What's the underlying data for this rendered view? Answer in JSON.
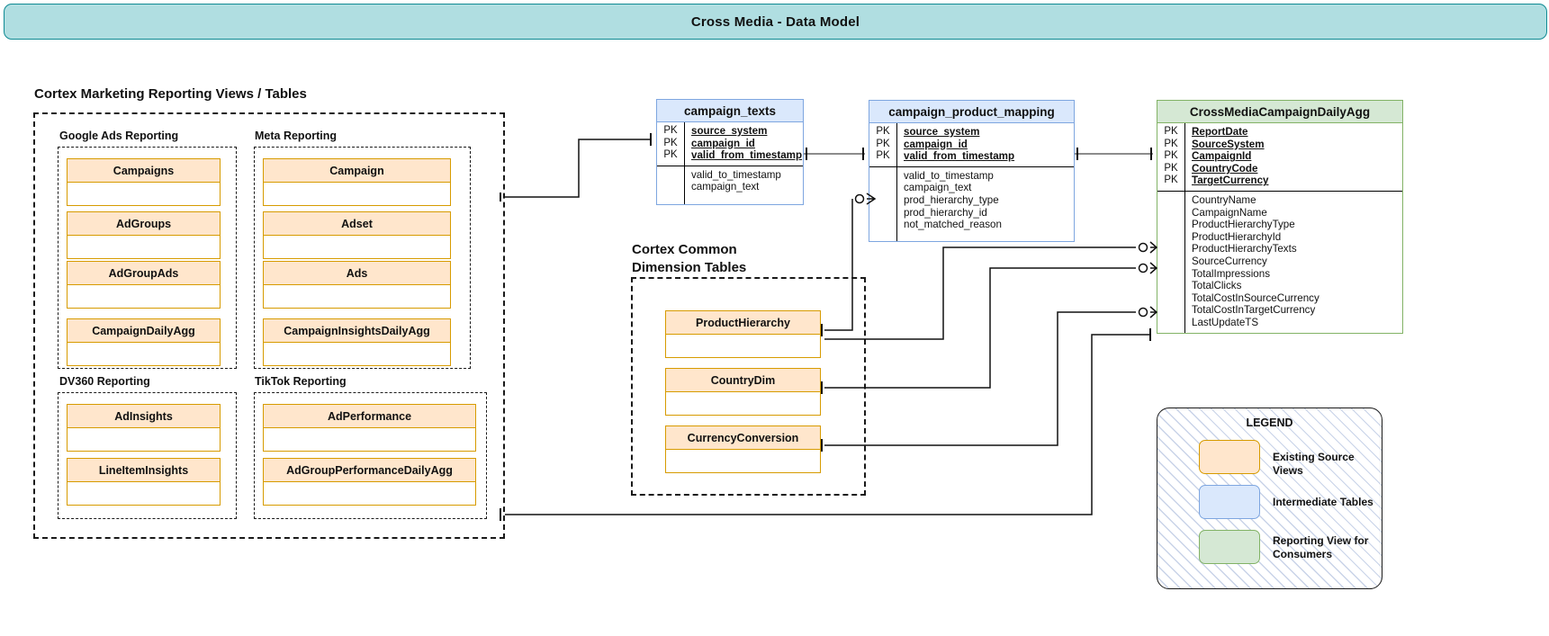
{
  "banner": {
    "title": "Cross Media - Data Model"
  },
  "sections": {
    "reporting_views": {
      "title": "Cortex Marketing Reporting Views / Tables"
    },
    "common_dims": {
      "title": "Cortex Common\nDimension Tables"
    }
  },
  "groups": [
    {
      "name": "google_ads",
      "label": "Google Ads Reporting",
      "entities": [
        "Campaigns",
        "AdGroups",
        "AdGroupAds",
        "CampaignDailyAgg"
      ]
    },
    {
      "name": "meta",
      "label": "Meta Reporting",
      "entities": [
        "Campaign",
        "Adset",
        "Ads",
        "CampaignInsightsDailyAgg"
      ]
    },
    {
      "name": "dv360",
      "label": "DV360 Reporting",
      "entities": [
        "AdInsights",
        "LineItemInsights"
      ]
    },
    {
      "name": "tiktok",
      "label": "TikTok Reporting",
      "entities": [
        "AdPerformance",
        "AdGroupPerformanceDailyAgg"
      ]
    }
  ],
  "dimension_tables": [
    "ProductHierarchy",
    "CountryDim",
    "CurrencyConversion"
  ],
  "er_tables": [
    {
      "name": "campaign_texts",
      "title": "campaign_texts",
      "style": "blue",
      "pk_marker": "PK",
      "keys": [
        "source_system",
        "campaign_id",
        "valid_from_timestamp"
      ],
      "fields": [
        "valid_to_timestamp",
        "campaign_text"
      ]
    },
    {
      "name": "campaign_product_mapping",
      "title": "campaign_product_mapping",
      "style": "blue",
      "pk_marker": "PK",
      "keys": [
        "source_system",
        "campaign_id",
        "valid_from_timestamp"
      ],
      "fields": [
        "valid_to_timestamp",
        "campaign_text",
        "prod_hierarchy_type",
        "prod_hierarchy_id",
        "not_matched_reason"
      ]
    },
    {
      "name": "cross_media_campaign_daily_agg",
      "title": "CrossMediaCampaignDailyAgg",
      "style": "green",
      "pk_marker": "PK",
      "keys": [
        "ReportDate",
        "SourceSystem",
        "CampaignId",
        "CountryCode",
        "TargetCurrency"
      ],
      "fields": [
        "CountryName",
        "CampaignName",
        "ProductHierarchyType",
        "ProductHierarchyId",
        "ProductHierarchyTexts",
        "SourceCurrency",
        "TotalImpressions",
        "TotalClicks",
        "TotalCostInSourceCurrency",
        "TotalCostInTargetCurrency",
        "LastUpdateTS"
      ]
    }
  ],
  "legend": {
    "title": "LEGEND",
    "items": [
      {
        "swatch": "orange",
        "label": "Existing Source Views"
      },
      {
        "swatch": "blue",
        "label": "Intermediate Tables"
      },
      {
        "swatch": "green",
        "label": "Reporting View for\nConsumers"
      }
    ]
  },
  "colors": {
    "banner_fill": "#b0dee1",
    "banner_stroke": "#0f8a93",
    "source_fill": "#ffe6cc",
    "source_stroke": "#d79b00",
    "intermediate_fill": "#dae8fc",
    "intermediate_stroke": "#7ea6e0",
    "reporting_fill": "#d5e8d4",
    "reporting_stroke": "#82b366"
  }
}
